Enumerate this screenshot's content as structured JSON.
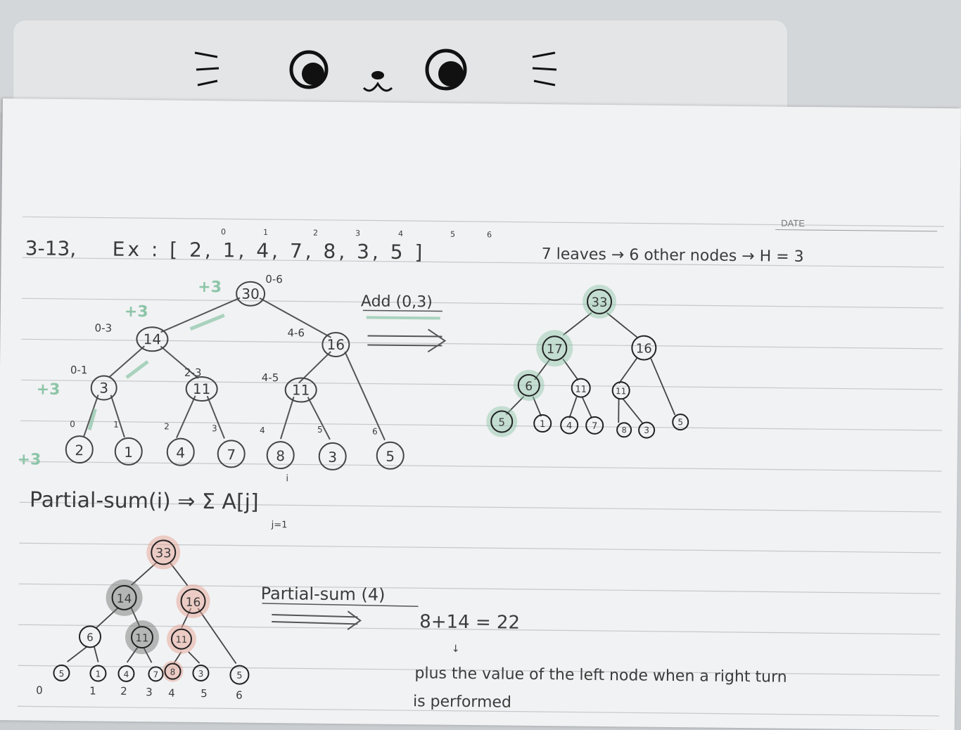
{
  "header": {
    "problem": "3-13,",
    "example": "Ex : [ 2, 1, 4, 7, 8, 3, 5 ]",
    "index_marks": [
      "0",
      "1",
      "2",
      "3",
      "4",
      "5",
      "6"
    ],
    "note": "7 leaves → 6 other nodes → H = 3",
    "date_label": "DATE"
  },
  "tree1": {
    "root": "30",
    "root_range": "0-6",
    "left": "14",
    "left_range": "0-3",
    "right": "16",
    "right_range": "4-6",
    "ll": "3",
    "ll_range": "0-1",
    "lr": "11",
    "lr_range": "2-3",
    "rl": "11",
    "rl_range": "4-5",
    "leaves": [
      "2",
      "1",
      "4",
      "7",
      "8",
      "3",
      "5"
    ],
    "leaf_indices": [
      "0",
      "1",
      "2",
      "3",
      "4",
      "5",
      "6"
    ],
    "plus_labels": [
      "+3",
      "+3",
      "+3",
      "+3"
    ]
  },
  "add": {
    "label": "Add (0,3)"
  },
  "tree2": {
    "root": "33",
    "left": "17",
    "right": "16",
    "ll": "6",
    "lr": "11",
    "rl": "11",
    "leaves": [
      "5",
      "1",
      "4",
      "7",
      "8",
      "3",
      "5"
    ]
  },
  "formula": {
    "text": "Partial-sum(i) ⇒ Σ A[j]",
    "top": "i",
    "bottom": "j=1"
  },
  "tree3": {
    "root": "33",
    "left": "14",
    "right": "16",
    "ll": "6",
    "lr": "11",
    "rl": "11",
    "leaves": [
      "5",
      "1",
      "4",
      "7",
      "8",
      "3",
      "5"
    ],
    "leaf_indices": [
      "0",
      "1",
      "2",
      "3",
      "4",
      "5",
      "6"
    ]
  },
  "query": {
    "label": "Partial-sum (4)",
    "calc": "8+14 = 22",
    "explanation_line1": "plus the value of the left node when a right turn",
    "explanation_line2": "is performed"
  },
  "colors": {
    "ink": "#3b3b3b",
    "green": "#8cc5a8",
    "red": "#e8a598",
    "gray": "#6c6c6c"
  }
}
